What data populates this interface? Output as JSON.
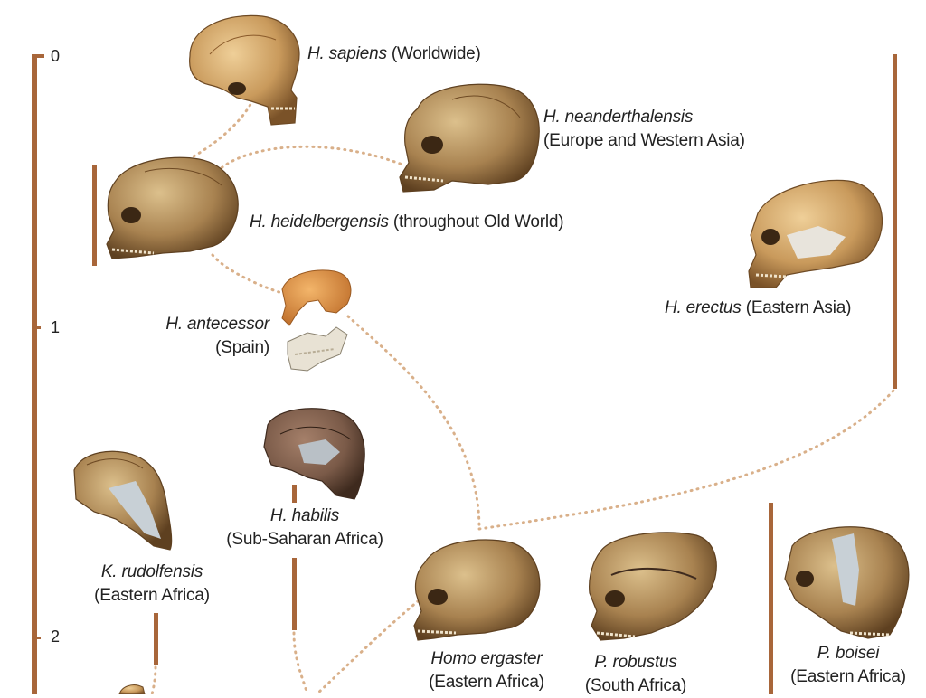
{
  "colors": {
    "bar": "#a8663a",
    "dots": "#d9b08a",
    "skull_light": "#d7b07a",
    "skull_mid": "#b88a4e",
    "skull_dark": "#6e4a24",
    "skull_grey": "#8a7060",
    "antecessor": "#e2954a"
  },
  "scale": {
    "ticks": [
      "0",
      "1",
      "2"
    ]
  },
  "species": {
    "sapiens": {
      "name": "H. sapiens",
      "region": "(Worldwide)"
    },
    "neanderthalensis": {
      "name": "H. neanderthalensis",
      "region": "(Europe and Western Asia)"
    },
    "heidelbergensis": {
      "name": "H. heidelbergensis",
      "region": "(throughout Old World)"
    },
    "antecessor": {
      "name": "H. antecessor",
      "region": "(Spain)"
    },
    "erectus": {
      "name": "H. erectus",
      "region": "(Eastern Asia)"
    },
    "habilis": {
      "name": "H. habilis",
      "region": "(Sub-Saharan Africa)"
    },
    "rudolfensis": {
      "name": "K. rudolfensis",
      "region": "(Eastern Africa)"
    },
    "ergaster": {
      "name": "Homo ergaster",
      "region": "(Eastern Africa)"
    },
    "robustus": {
      "name": "P. robustus",
      "region": "(South Africa)"
    },
    "boisei": {
      "name": "P. boisei",
      "region": "(Eastern Africa)"
    }
  },
  "icons": [
    "skull-sapiens-icon",
    "skull-neanderthalensis-icon",
    "skull-heidelbergensis-icon",
    "fossil-antecessor-icon",
    "skull-erectus-icon",
    "skull-habilis-icon",
    "skull-rudolfensis-icon",
    "skull-ergaster-icon",
    "skull-robustus-icon",
    "skull-boisei-icon"
  ]
}
